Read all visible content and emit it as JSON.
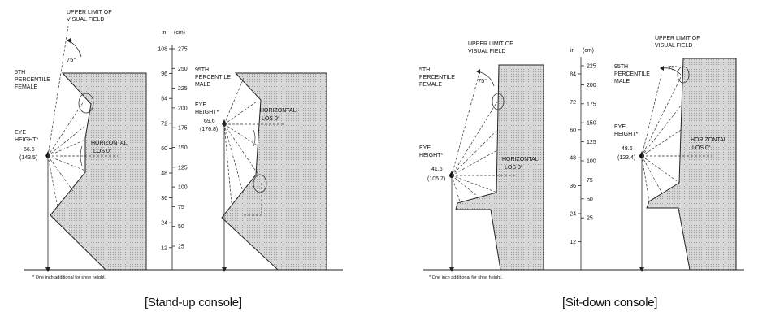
{
  "stand_up": {
    "caption": "[Stand-up console]",
    "upper_limit_label": [
      "UPPER LIMIT OF",
      "VISUAL FIELD"
    ],
    "angle_label": "75°",
    "female_label": [
      "5TH",
      "PERCENTILE",
      "FEMALE"
    ],
    "male_label": [
      "95TH",
      "PERCENTILE",
      "MALE"
    ],
    "female_eye": [
      "EYE",
      "HEIGHT*",
      "56.5",
      "(143.5)"
    ],
    "male_eye": [
      "EYE",
      "HEIGHT*",
      "69.6",
      "(176.8)"
    ],
    "horizontal_label": [
      "HORIZONTAL",
      "LOS 0°"
    ],
    "footnote": "* One inch additional for shoe height.",
    "scale": {
      "in_header": "in",
      "cm_header": "(cm)",
      "inches": [
        "108",
        "96",
        "84",
        "72",
        "60",
        "48",
        "36",
        "24",
        "12"
      ],
      "cm": [
        "275",
        "250",
        "225",
        "200",
        "175",
        "150",
        "125",
        "100",
        "75",
        "50",
        "25"
      ]
    }
  },
  "sit_down": {
    "caption": "[Sit-down console]",
    "upper_limit_female": [
      "UPPER LIMIT OF",
      "VISUAL FIELD"
    ],
    "upper_limit_male": [
      "UPPER LIMIT OF",
      "VISUAL FIELD"
    ],
    "angle_label": "75°",
    "female_label": [
      "5TH",
      "PERCENTILE",
      "FEMALE"
    ],
    "male_label": [
      "95TH",
      "PERCENTILE",
      "MALE"
    ],
    "female_eye": [
      "EYE",
      "HEIGHT*",
      "41.6",
      "(105.7)"
    ],
    "male_eye": [
      "EYE",
      "HEIGHT*",
      "48.6",
      "(123.4)"
    ],
    "horizontal_label": [
      "HORIZONTAL",
      "LOS 0°"
    ],
    "footnote": "* One inch additional for shoe height.",
    "scale": {
      "in_header": "in",
      "cm_header": "(cm)",
      "inches": [
        "84",
        "72",
        "60",
        "48",
        "36",
        "24",
        "12"
      ],
      "cm": [
        "225",
        "200",
        "175",
        "150",
        "125",
        "100",
        "75",
        "50",
        "25"
      ]
    }
  }
}
